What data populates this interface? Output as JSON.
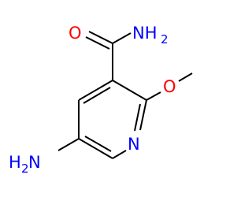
{
  "molecule": {
    "atoms": {
      "carbonyl_oxygen": {
        "symbol": "O"
      },
      "amide_nitrogen": {
        "symbol": "N",
        "hydrogens": "H",
        "h_count": "2"
      },
      "methoxy_oxygen": {
        "symbol": "O"
      },
      "ring_nitrogen": {
        "symbol": "N"
      },
      "amine_nitrogen": {
        "symbol": "N",
        "hydrogens": "H",
        "h_count": "2"
      }
    },
    "colors": {
      "oxygen": "#ff0000",
      "nitrogen": "#0000ff",
      "bond": "#000000"
    }
  }
}
